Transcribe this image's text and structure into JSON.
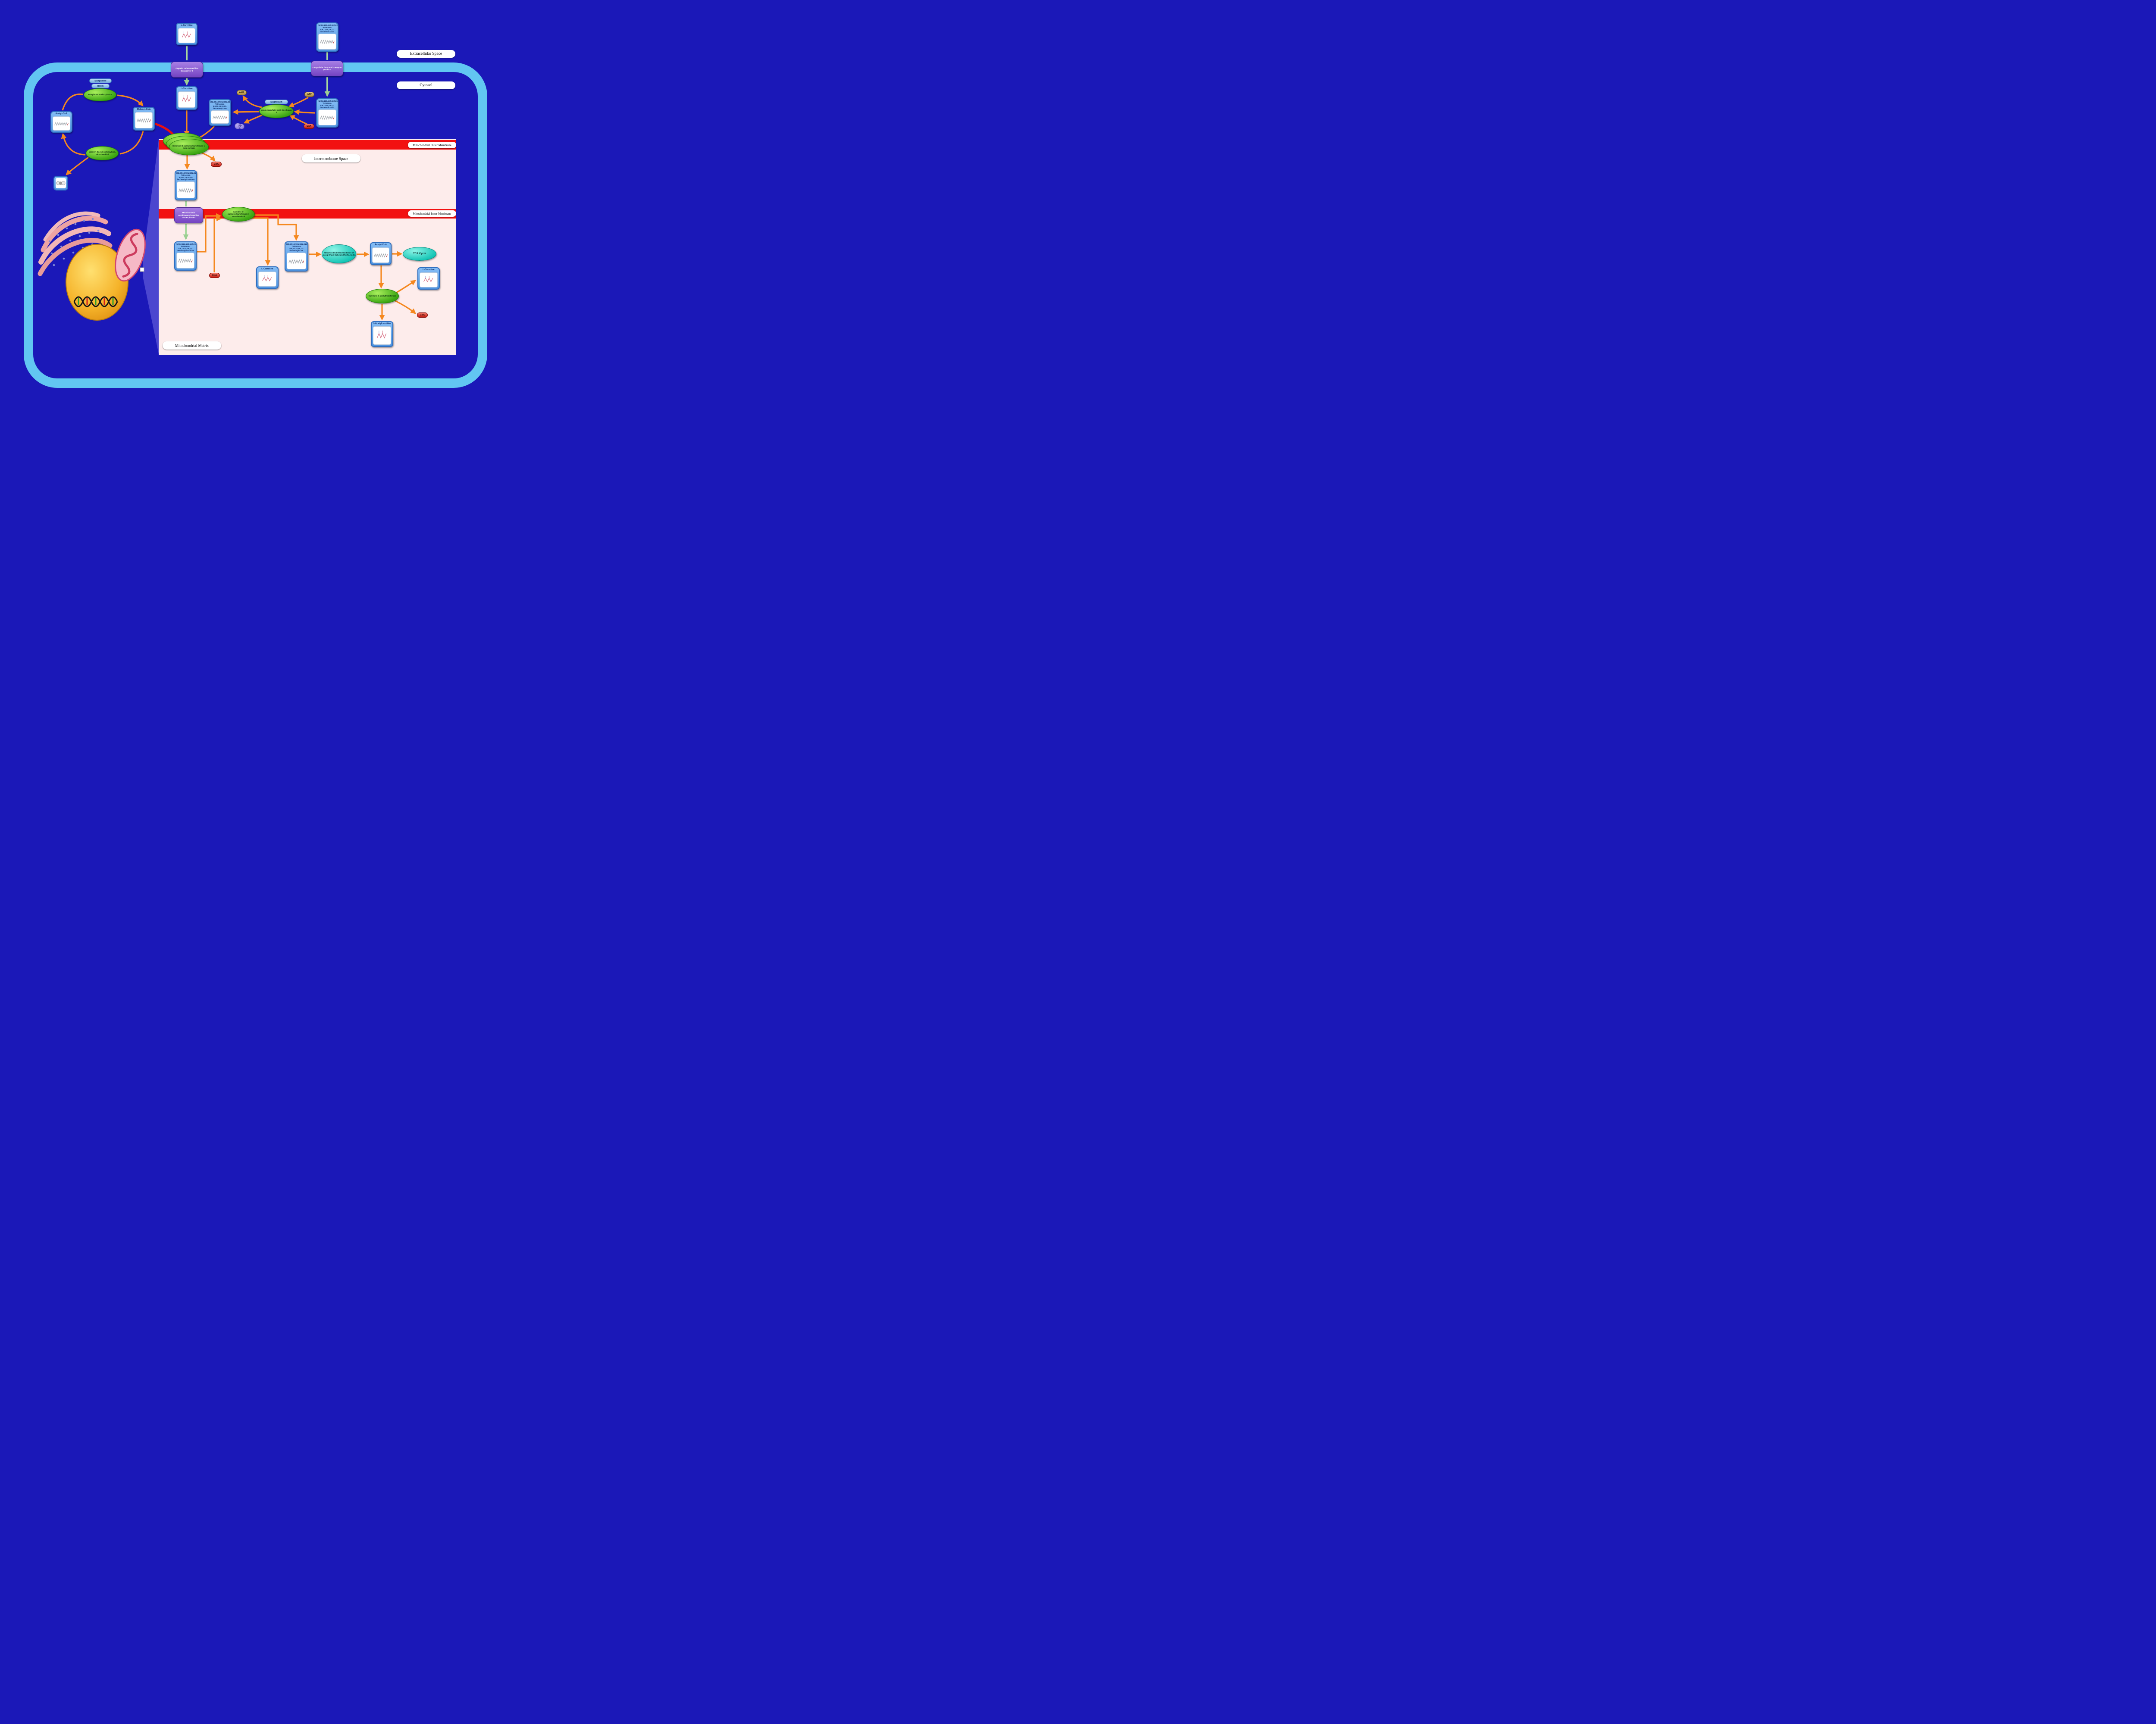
{
  "regions": {
    "extracellular_space": "Extracellular Space",
    "cytosol": "Cytosol",
    "outer_membrane": "Mitochondrial Outer Membrane",
    "intermembrane_space": "Intermembrane Space",
    "inner_membrane": "Mitochondrial Inner Membrane",
    "matrix": "Mitochondrial Matrix"
  },
  "metabolites": {
    "l_carnitine_extracellular": "L-Carnitine",
    "tha_extracellular": "(6Z,9Z,12Z,15Z,18Z,21Z)-tetracosa-6,9,12,15,18,21-hexaenoic acid",
    "l_carnitine_cytosol": "L-Carnitine",
    "acetyl_coa_cytosol": "Acetyl-CoA",
    "malonyl_coa": "Malonyl-CoA",
    "tha_coa_cytosol": "(6Z,9Z,12Z,15Z,18Z,21Z)-Tetracosa-6,9,12,15,18,21-hexaenoyl-CoA",
    "tha_cytosol": "(6Z,9Z,12Z,15Z,18Z,21Z)-Tetracosa-6,9,12,15,18,21-hexaenoic acid",
    "tha_carnitine_ims": "(6Z,9Z,12Z,15Z,18Z,21Z)-Tetracosa-6,9,12,15,18,21-hexaenoylcarnitine",
    "tha_carnitine_matrix": "(6Z,9Z,12Z,15Z,18Z,21Z)-Tetracosa-6,9,12,15,18,21-hexaenoylcarnitine",
    "l_carnitine_matrix_left": "L-Carnitine",
    "tha_coa_matrix": "(6Z,9Z,12Z,15Z,18Z,21Z)-Tetracosa-6,9,12,15,18,21-hexaenoyl-CoA",
    "acetyl_coa_matrix": "Acetyl-CoA",
    "l_carnitine_matrix_right": "L-Carnitine",
    "l_acetylcarnitine": "L-Acetylcarnitine"
  },
  "proteins": {
    "octn2": "Organic cation/carnitine transporter 2",
    "fatp1": "Long-chain fatty acid transport protein 1",
    "acc1": "Acetyl-CoA carboxylase 1",
    "mcd": "Malonyl-CoA decarboxylase, mitochondrial",
    "ligase1": "Long-chain fatty-acid-CoA ligase 1",
    "cpt1": "Carnitine O-palmitoyltransferase 1, liver isoform",
    "cact": "Mitochondrial carnitine/acylcarnitine carrier protein",
    "cpt2": "Carnitine O-palmitoyltransferase 2, mitochondrial",
    "crat": "Carnitine O-acetyltransferase"
  },
  "cofactors": {
    "manganese": "Manganese",
    "biotin": "Biotin",
    "magnesium": "Magnesium",
    "amp": "AMP",
    "atp": "ATP",
    "pp": "PP",
    "coa_cytosol": "CoA",
    "coa_ims": "CoA",
    "coa_matrix_cpt2": "CoA",
    "coa_matrix_crat": "CoA"
  },
  "pathway_links": {
    "beta_oxidation": "Mitochondrial Beta-Oxidation of Long Chain Saturated Fatty Acids",
    "tca_cycle": "TCA Cycle"
  },
  "colors": {
    "background": "#1b18b8",
    "cell_membrane": "#62c6f2",
    "mitochondrion_fill": "#fdeceb",
    "mitochondrial_membrane": "#f21111",
    "reaction_arrow": "#f5881f",
    "transport_arrow": "#a8d89e",
    "inhibition_arrow": "#e81010",
    "metabolite_node": "#4f94e0",
    "enzyme_node": "#3aa512",
    "transporter_node": "#7443c2",
    "pathway_node": "#12c4b4"
  }
}
